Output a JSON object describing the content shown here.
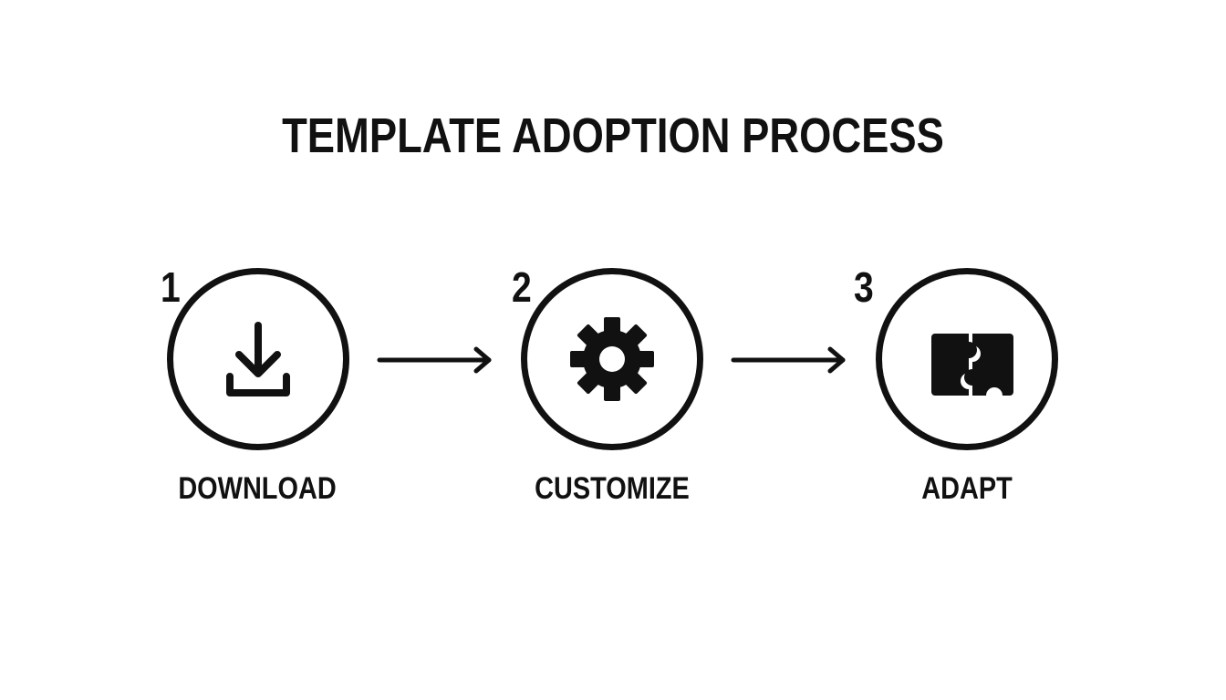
{
  "diagram": {
    "title": "TEMPLATE ADOPTION PROCESS",
    "steps": [
      {
        "number": "1",
        "label": "DOWNLOAD",
        "icon": "download-icon"
      },
      {
        "number": "2",
        "label": "CUSTOMIZE",
        "icon": "gear-icon"
      },
      {
        "number": "3",
        "label": "ADAPT",
        "icon": "puzzle-icon"
      }
    ],
    "colors": {
      "ink": "#111111",
      "background": "#ffffff"
    }
  }
}
